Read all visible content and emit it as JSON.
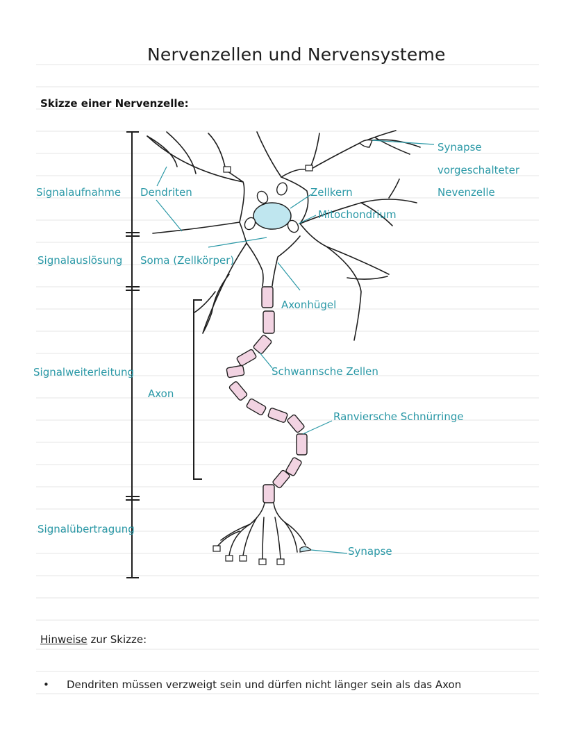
{
  "title": "Nervenzellen und  Nervensysteme",
  "subtitle": "Skizze einer Nervenzelle:",
  "phases": {
    "aufnahme": "Signalaufnahme",
    "ausloesung": "Signalauslösung",
    "weiterleitung": "Signalweiterleitung",
    "uebertragung": "Signalübertragung"
  },
  "labels": {
    "dendriten": "Dendriten",
    "soma": "Soma (Zellkörper)",
    "axon": "Axon",
    "zellkern": "Zellkern",
    "mitochondrium": "Mitochondrium",
    "axonhuegel": "Axonhügel",
    "schwann": "Schwannsche Zellen",
    "ranvier": "Ranviersche Schnürringe",
    "synapse_pre_1": "Synapse",
    "synapse_pre_2": "vorgeschalteter",
    "synapse_pre_3": "Nevenzelle",
    "synapse": "Synapse"
  },
  "notes": {
    "heading_underlined": "Hinweise",
    "heading_rest": " zur Skizze:",
    "bullet": "•",
    "items": [
      "Dendriten müssen verzweigt sein und dürfen nicht länger sein als das Axon"
    ]
  },
  "colors": {
    "label": "#2a98a6",
    "ink": "#1e1e1e",
    "rule": "#e6e6e6",
    "nucleus": "#bfe6ef",
    "schwann": "#f2d3e2"
  }
}
